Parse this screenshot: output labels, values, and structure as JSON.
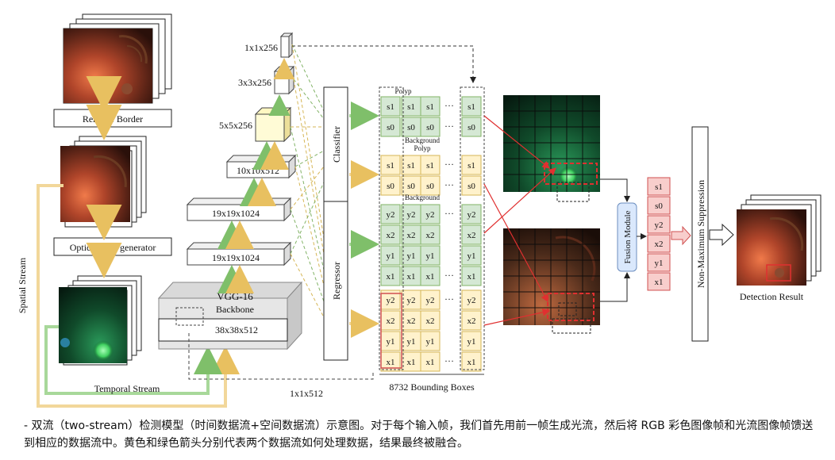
{
  "left_stream": {
    "remove_border": "Remove Border",
    "optical_flow": "Optical flow generator",
    "spatial_stream": "Spatial Stream",
    "temporal_stream": "Temporal Stream"
  },
  "backbone": {
    "title": "VGG-16",
    "subtitle": "Backbone",
    "base": "38x38x512",
    "below": "1x1x512"
  },
  "layers": [
    "19x19x1024",
    "19x19x1024",
    "10x10x512",
    "5x5x256",
    "3x3x256",
    "1x1x256"
  ],
  "heads": {
    "classifier": "Classifier",
    "regressor": "Regressor"
  },
  "grid": {
    "polyp": "Polyp",
    "background": "Background",
    "ellipsis": "…",
    "class_rows": [
      "s1",
      "s0"
    ],
    "box_rows": [
      "y2",
      "x2",
      "y1",
      "x1"
    ],
    "bounding_boxes": "8732 Bounding Boxes"
  },
  "fusion": "Fusion Module",
  "output_vector": [
    "s1",
    "s0",
    "y2",
    "x2",
    "y1",
    "x1"
  ],
  "nms": "Non-Maximum Suppression",
  "result": "Detection Result",
  "caption": "- 双流（two-stream）检测模型（时间数据流+空间数据流）示意图。对于每个输入帧，我们首先用前一帧生成光流，然后将 RGB 彩色图像帧和光流图像帧馈送到相应的数据流中。黄色和绿色箭头分别代表两个数据流如何处理数据，结果最终被融合。",
  "colors": {
    "green_fill": "#d5e8d4",
    "green_stroke": "#82b366",
    "yellow_fill": "#fff2cc",
    "yellow_stroke": "#d6b656",
    "red_fill": "#f8cecc",
    "red_stroke": "#d05050",
    "blue_fill": "#dae8fc",
    "blue_stroke": "#6c8ebf"
  }
}
